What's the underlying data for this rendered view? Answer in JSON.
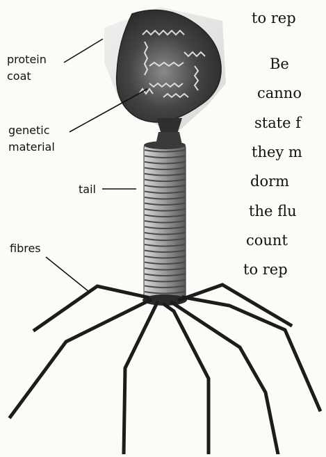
{
  "diagram": {
    "labels": {
      "protein_coat": [
        "protein",
        "coat"
      ],
      "genetic_material": [
        "genetic",
        "material"
      ],
      "tail": "tail",
      "fibres": "fibres"
    },
    "colors": {
      "ink": "#111111",
      "head_dark": "#3a3a3a",
      "head_shade": "#cfcfcf",
      "tail_band": "#4a4a4a",
      "background": "#fbfbf8"
    }
  },
  "body_text": {
    "lines": [
      "to rep",
      "Be",
      "canno",
      "state f",
      "they m",
      "dorm",
      "the flu",
      "count",
      "to rep"
    ]
  }
}
